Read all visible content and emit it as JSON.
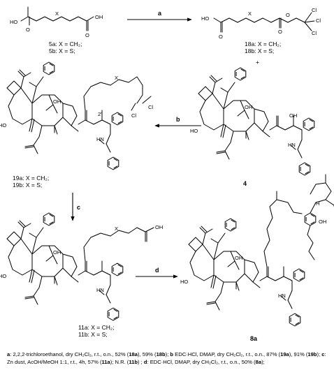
{
  "top_left": {
    "oh_left": "HO",
    "oh_right": "OH",
    "o_left": "O",
    "o_right": "O",
    "x": "X",
    "label_a": "5a: X = CH₂;",
    "label_b": "5b: X = S;"
  },
  "top_right": {
    "ho": "HO",
    "o_left": "O",
    "o_right": "O",
    "o_ester": "O",
    "x": "X",
    "cl1": "Cl",
    "cl2": "Cl",
    "cl3": "Cl",
    "label_a": "18a: X = CH₂;",
    "label_b": "18b: X = S;",
    "plus": "+"
  },
  "steps": {
    "a": "a",
    "b": "b",
    "c": "c",
    "d": "d"
  },
  "cpd19": {
    "x": "X",
    "cl1": "Cl",
    "cl2": "Cl",
    "ho": "HO",
    "oh": "OH",
    "pos": "2'",
    "nh": "HN",
    "label_a": "19a: X = CH₂;",
    "label_b": "19b: X = S;"
  },
  "cpd4": {
    "ho": "HO",
    "oh": "OH",
    "oh2": "OH",
    "nh": "HN",
    "label": "4"
  },
  "cpd11": {
    "x": "X",
    "oh_acid": "OH",
    "ho": "HO",
    "oh": "OH",
    "nh": "HN",
    "label_a": "11a: X = CH₂;",
    "label_b": "11b: X = S;"
  },
  "cpd8": {
    "h": "H",
    "oh_phenol": "OH",
    "ho": "HO",
    "oh": "OH",
    "nh": "HN",
    "label": "8a"
  },
  "footnote": {
    "a_key": "a",
    "a_text": ": 2,2,2-trichloroethanol, dry CH₂Cl₂, r.t., o.n., 52% (",
    "a_c1": "18a",
    "a_mid": "), 59% (",
    "a_c2": "18b",
    "a_end": "); ",
    "b_key": "b",
    "b_text": " EDC·HCl, DMAP, dry CH₂Cl₂, r.t., o.n., 87% (",
    "b_c1": "19a",
    "b_mid": "), 91% (",
    "b_c2": "19b",
    "b_end": "); ",
    "c_key": "c",
    "c_text": ": Zn dust, AcOH/MeOH 1:1, r.t., 4h, 57% (",
    "c_c1": "11a",
    "c_mid": "); N.R. (",
    "c_c2": "11b",
    "c_end": ") ; ",
    "d_key": "d",
    "d_text": ": EDC·HCl, DMAP, dry CH₂Cl₂, r.t., o.n., 50% (",
    "d_c1": "8a",
    "d_end": ");"
  }
}
